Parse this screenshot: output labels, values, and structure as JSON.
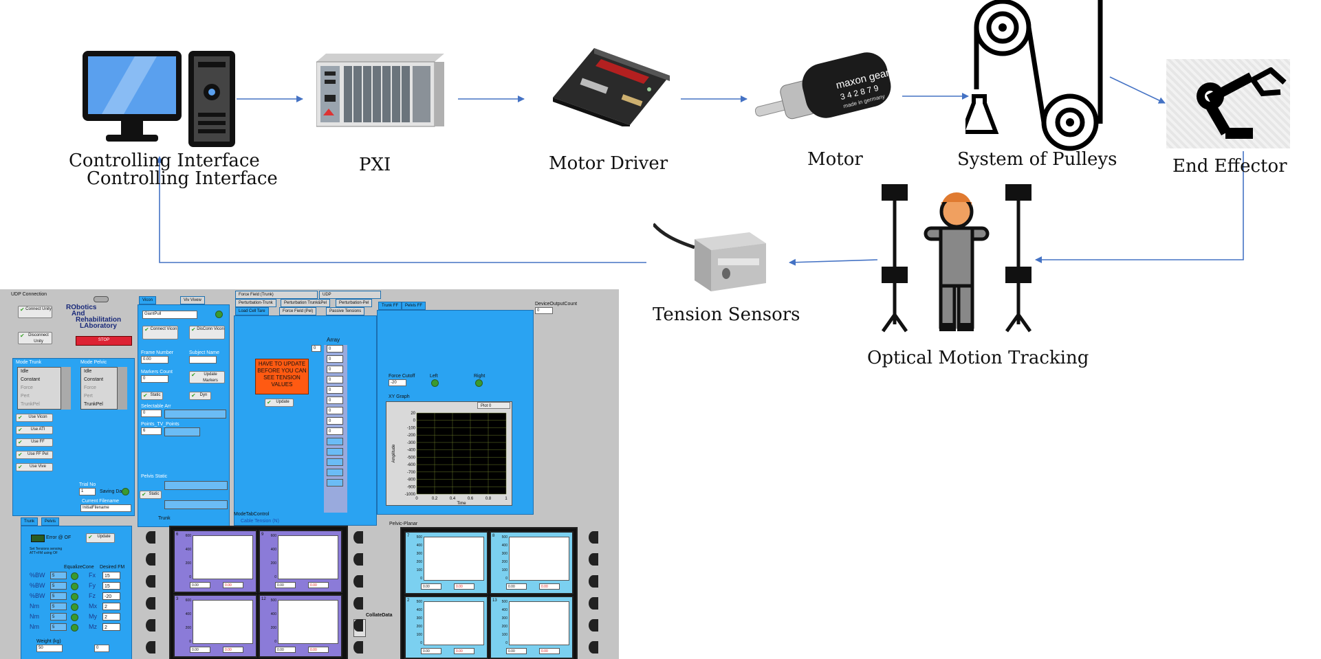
{
  "diagram": {
    "nodes": [
      {
        "id": "controlling-interface",
        "label": "Controlling Interface"
      },
      {
        "id": "controlling-interface-dup",
        "label": "Controlling Interface"
      },
      {
        "id": "pxi",
        "label": "PXI"
      },
      {
        "id": "motor-driver",
        "label": "Motor Driver"
      },
      {
        "id": "motor",
        "label": "Motor"
      },
      {
        "id": "pulleys",
        "label": "System of Pulleys"
      },
      {
        "id": "end-effector",
        "label": "End Effector"
      },
      {
        "id": "optical-tracking",
        "label": "Optical Motion Tracking"
      },
      {
        "id": "tension-sensors",
        "label": "Tension Sensors"
      }
    ],
    "motor_print": {
      "brand": "maxon gear",
      "code": "3 4 2 8 7 9",
      "origin": "made in germany"
    },
    "colors": {
      "arrow": "#4472c4",
      "lv_panel": "#2aa3f2",
      "lv_bg": "#c4c4c4",
      "warning": "#ff5a12"
    }
  },
  "labview": {
    "udp_connection": "UDP Connection",
    "connect_unity": "Connect Unity",
    "disconnect_unity": "Disconnect Unity",
    "lab_name": {
      "ro": "RObotics",
      "a": "And",
      "r": "Rehabilitation",
      "la": "LAboratory"
    },
    "stop": "STOP",
    "mode_trunk": "Mode Trunk",
    "mode_pelvic": "Mode Pelvic",
    "modes_trunk": [
      "Idle",
      "Constant",
      "Force",
      "Pert",
      "TrunkPel"
    ],
    "modes_pelvic": [
      "Idle",
      "Constant",
      "Force",
      "Pert",
      "TrunkPel"
    ],
    "use_buttons": [
      "Use Vicon",
      "Use ATI",
      "Use FF",
      "Use FF Pel",
      "Use Vive"
    ],
    "trial_no": "Trial No",
    "trial_val": "1",
    "saving_data": "Saving Data",
    "current_filename": "Current Filename",
    "filename_val": "InitialFilename",
    "vicon_tab": "Vicon",
    "vive_tab": "Viv Vivew",
    "vicon_select": "GiantPull",
    "connect_vicon": "Connect Vicon",
    "disconnect_vicon": "DisConn Vicon",
    "frame_number": "Frame Number",
    "frame_val": "0.00",
    "subject_name": "Subject Name",
    "markers_count": "Markers Count",
    "markers_val": "0",
    "update_markers": "Update Markers",
    "static_btn": "Static",
    "dyn_btn": "Dyn",
    "selectable_btn": "Selectable Arr",
    "sel_val": "0",
    "points_pv": "Points_TV_Points",
    "pts_val": "6",
    "pelvis_static": "Pelvis Static",
    "pelvis_static_btn": "Static",
    "tabs_row1": [
      "Force Field (Trunk)",
      "UDP"
    ],
    "tabs_row2": [
      "Perturbation-Trunk",
      "Perturbation Trunk&Pel",
      "Perturbation-Pel"
    ],
    "tabs_row3": [
      "Load Cell Tare",
      "Force Field (Pel)",
      "Passive Tensions"
    ],
    "warning": "HAVE TO UPDATE BEFORE YOU CAN SEE TENSION VALUES",
    "update_btn": "Update",
    "array_label": "Array",
    "array_index": "0",
    "array_values": [
      "0",
      "0",
      "0",
      "0",
      "0",
      "0",
      "0",
      "0",
      "0"
    ],
    "ff_tabs": [
      "Trunk FF",
      "Pelvis FF"
    ],
    "force_cutoff": "Force Cutoff",
    "force_cutoff_val": "-20",
    "left": "Left",
    "right": "Right",
    "xy_graph": "XY Graph",
    "plot0": "Plot 0",
    "xy_yticks": [
      "20",
      "0",
      "-100",
      "-200",
      "-300",
      "-400",
      "-500",
      "-600",
      "-700",
      "-800",
      "-900",
      "-1000"
    ],
    "xy_xticks": [
      "0",
      "0.2",
      "0.4",
      "0.6",
      "0.8",
      "1"
    ],
    "amplitude": "Amplitude",
    "time": "Time",
    "device_output_count": "DeviceOutputCount",
    "device_val": "0",
    "trunk_tab": "Trunk",
    "pelvis_tab": "Pelvis",
    "error_label": "Error @ OF",
    "set_tensions": "Set Tensions sensing\nATT+FM using OF",
    "update_btn2": "Update",
    "equalize": "EqualizeCone",
    "desired_fm": "Desired FM",
    "pct_labels": [
      "%BW",
      "%BW",
      "%BW",
      "Nm",
      "Nm",
      "Nm"
    ],
    "pct_vals": [
      "5",
      "5",
      "5",
      "5",
      "5",
      "5"
    ],
    "force_labels": [
      "Fx",
      "Fy",
      "Fz",
      "Mx",
      "My",
      "Mz"
    ],
    "force_vals": [
      "15",
      "15",
      "-20",
      "2",
      "2",
      "2"
    ],
    "weight_label": "Weight (kg)",
    "weight_val": "50",
    "trunk_label": "Trunk",
    "modetab": "ModeTabControl",
    "cable_tension": "Cable Tension (N)",
    "pelvic_planar": "Pelvic-Planar",
    "trunk_plots": [
      {
        "id": "6",
        "yticks": [
          "600",
          "400",
          "200",
          "0"
        ],
        "v1": "0.00",
        "v2": "0.00"
      },
      {
        "id": "9",
        "yticks": [
          "600",
          "400",
          "200",
          "0"
        ],
        "v1": "0.00",
        "v2": "0.00"
      },
      {
        "id": "3",
        "yticks": [
          "600",
          "400",
          "200",
          "0"
        ],
        "v1": "0.00",
        "v2": "0.00"
      },
      {
        "id": "12",
        "yticks": [
          "500",
          "400",
          "200",
          "0"
        ],
        "v1": "0.00",
        "v2": "0.00"
      }
    ],
    "pelvic_plots": [
      {
        "id": "7",
        "yticks": [
          "500",
          "400",
          "300",
          "200",
          "100",
          "0"
        ],
        "v1": "0.00",
        "v2": "0.00"
      },
      {
        "id": "8",
        "yticks": [
          "500",
          "400",
          "300",
          "200",
          "100",
          "0"
        ],
        "v1": "0.00",
        "v2": "0.00"
      },
      {
        "id": "2",
        "yticks": [
          "500",
          "400",
          "300",
          "200",
          "100",
          "0"
        ],
        "v1": "0.00",
        "v2": "0.00"
      },
      {
        "id": "13",
        "yticks": [
          "500",
          "400",
          "300",
          "200",
          "100",
          "0"
        ],
        "v1": "0.00",
        "v2": "0.00"
      }
    ],
    "collate": "CollateData"
  }
}
